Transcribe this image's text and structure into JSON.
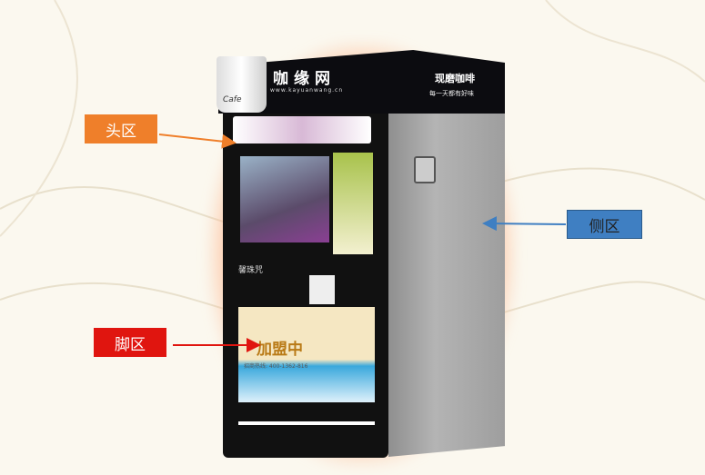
{
  "labels": {
    "head": "头区",
    "side": "侧区",
    "foot": "脚区"
  },
  "machine": {
    "brand": "咖缘网",
    "url": "www.kayuanwang.cn",
    "cup_text": "Cafe",
    "side_title": "现磨咖啡",
    "side_subtitle": "每一天都有好味",
    "mid_text": "馨珠咒",
    "ad_headline": "加盟中",
    "ad_phone": "招商热线: 400-1362-816"
  },
  "colors": {
    "head": "#ef7f2a",
    "side": "#3f7fc2",
    "foot": "#e0150f"
  }
}
